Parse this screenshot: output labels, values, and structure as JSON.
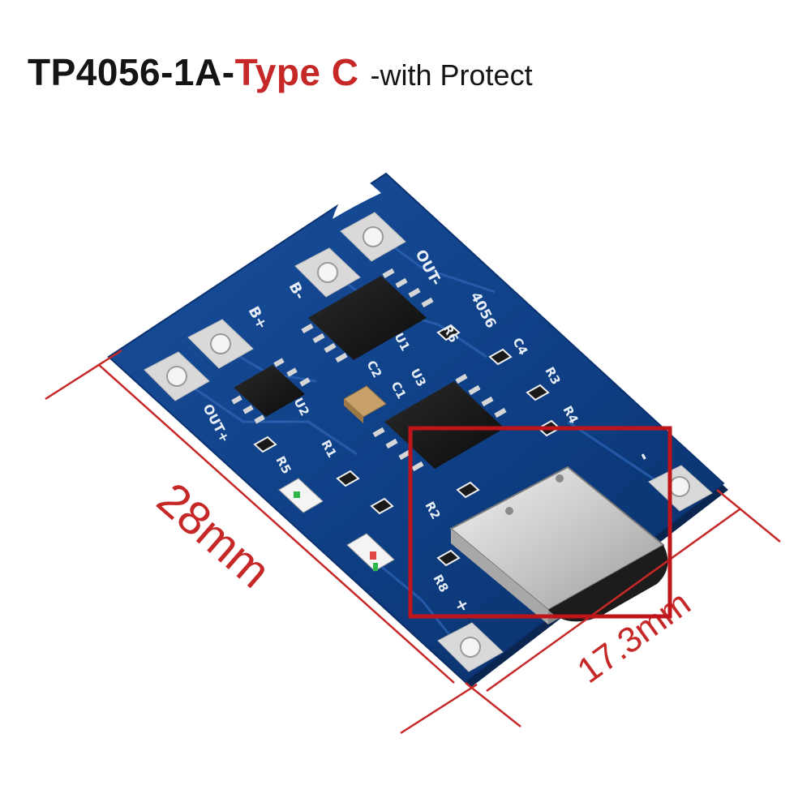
{
  "title": {
    "part1": "TP4056-1A-",
    "part2": "Type C",
    "part3": "-with Protect"
  },
  "colors": {
    "accent": "#c62828",
    "pcb": "#0e3f85",
    "pcb_dark": "#0a2f66",
    "dimension": "#c62828",
    "highlight_box": "#c0141b"
  },
  "pcb": {
    "pads": {
      "out_minus": "OUT-",
      "b_minus": "B-",
      "b_plus": "B+",
      "out_plus": "OUT+",
      "plus": "+",
      "minus": "-"
    },
    "labels": {
      "chip_number": "4056",
      "u1": "U1",
      "u2": "U2",
      "u3": "U3",
      "c1": "C1",
      "c2": "C2",
      "c4": "C4",
      "r1": "R1",
      "r2": "R2",
      "r3": "R3",
      "r4": "R4",
      "r5": "R5",
      "r6": "R6",
      "r8": "R8"
    }
  },
  "dimensions": {
    "length": "28mm",
    "width": "17.3mm"
  },
  "icons": {
    "connector": "usb-c-connector-icon",
    "highlight": "highlight-box-icon"
  }
}
